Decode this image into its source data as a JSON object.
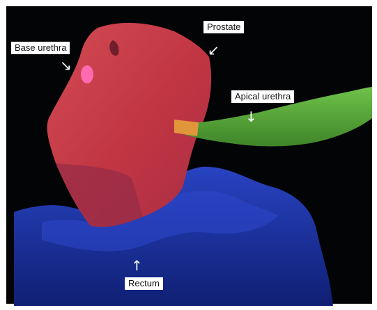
{
  "figure": {
    "colors": {
      "background": "#030406",
      "frame": "#ffffff",
      "prostate": "#c23a45",
      "rectum": "#1f33a8",
      "urethra_apical": "#58ad35",
      "urethra_base": "#ff5fa8"
    },
    "labels": {
      "base_urethra": "Base urethra",
      "prostate": "Prostate",
      "apical_urethra": "Apical urethra",
      "rectum": "Rectum"
    },
    "arrows": {
      "base_urethra": "↘",
      "prostate": "↙",
      "apical_urethra": "↓",
      "rectum": "↑"
    }
  }
}
